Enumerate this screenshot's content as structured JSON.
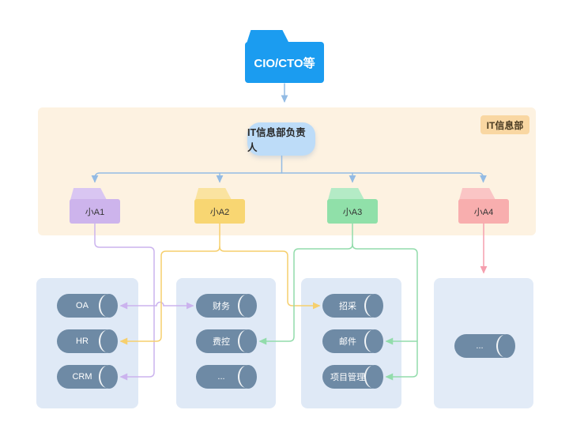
{
  "canvas": {
    "bg": "#ffffff"
  },
  "cio_folder": {
    "label": "CIO/CTO等",
    "color": "#1b9cf0",
    "text_color": "#ffffff"
  },
  "dept_banner": {
    "bg": "#fdf2e1",
    "badge_label": "IT信息部",
    "badge_bg": "#f9d7a2",
    "badge_text_color": "#4a3b22"
  },
  "manager": {
    "label": "IT信息部负责人",
    "bg": "#bddcf8",
    "text_color": "#2a2a2a"
  },
  "team_folders": [
    {
      "label": "小A1",
      "body_color": "#cdb4ec",
      "tab_color": "#d9c6f2"
    },
    {
      "label": "小A2",
      "body_color": "#f8d672",
      "tab_color": "#fae3a0"
    },
    {
      "label": "小A3",
      "body_color": "#90e0a9",
      "tab_color": "#b4ebc6"
    },
    {
      "label": "小A4",
      "body_color": "#f8aeae",
      "tab_color": "#fac5c5"
    }
  ],
  "system_groups": [
    {
      "bg": "#dfe9f6",
      "items": [
        {
          "label": "OA"
        },
        {
          "label": "HR"
        },
        {
          "label": "CRM"
        }
      ]
    },
    {
      "bg": "#dfe9f6",
      "items": [
        {
          "label": "财务"
        },
        {
          "label": "费控"
        },
        {
          "label": "..."
        }
      ]
    },
    {
      "bg": "#dfe9f6",
      "items": [
        {
          "label": "招采"
        },
        {
          "label": "邮件"
        },
        {
          "label": "项目管理"
        }
      ]
    },
    {
      "bg": "#e2ebf7",
      "items": [
        {
          "label": "..."
        }
      ]
    }
  ],
  "cylinder": {
    "color": "#6e8aa5",
    "text_color": "#ffffff"
  },
  "connectors": {
    "blue": "#93bbe4",
    "purple": "#cbb3ee",
    "yellow": "#f6cf6d",
    "green": "#92dcab",
    "pink": "#f59fae"
  }
}
